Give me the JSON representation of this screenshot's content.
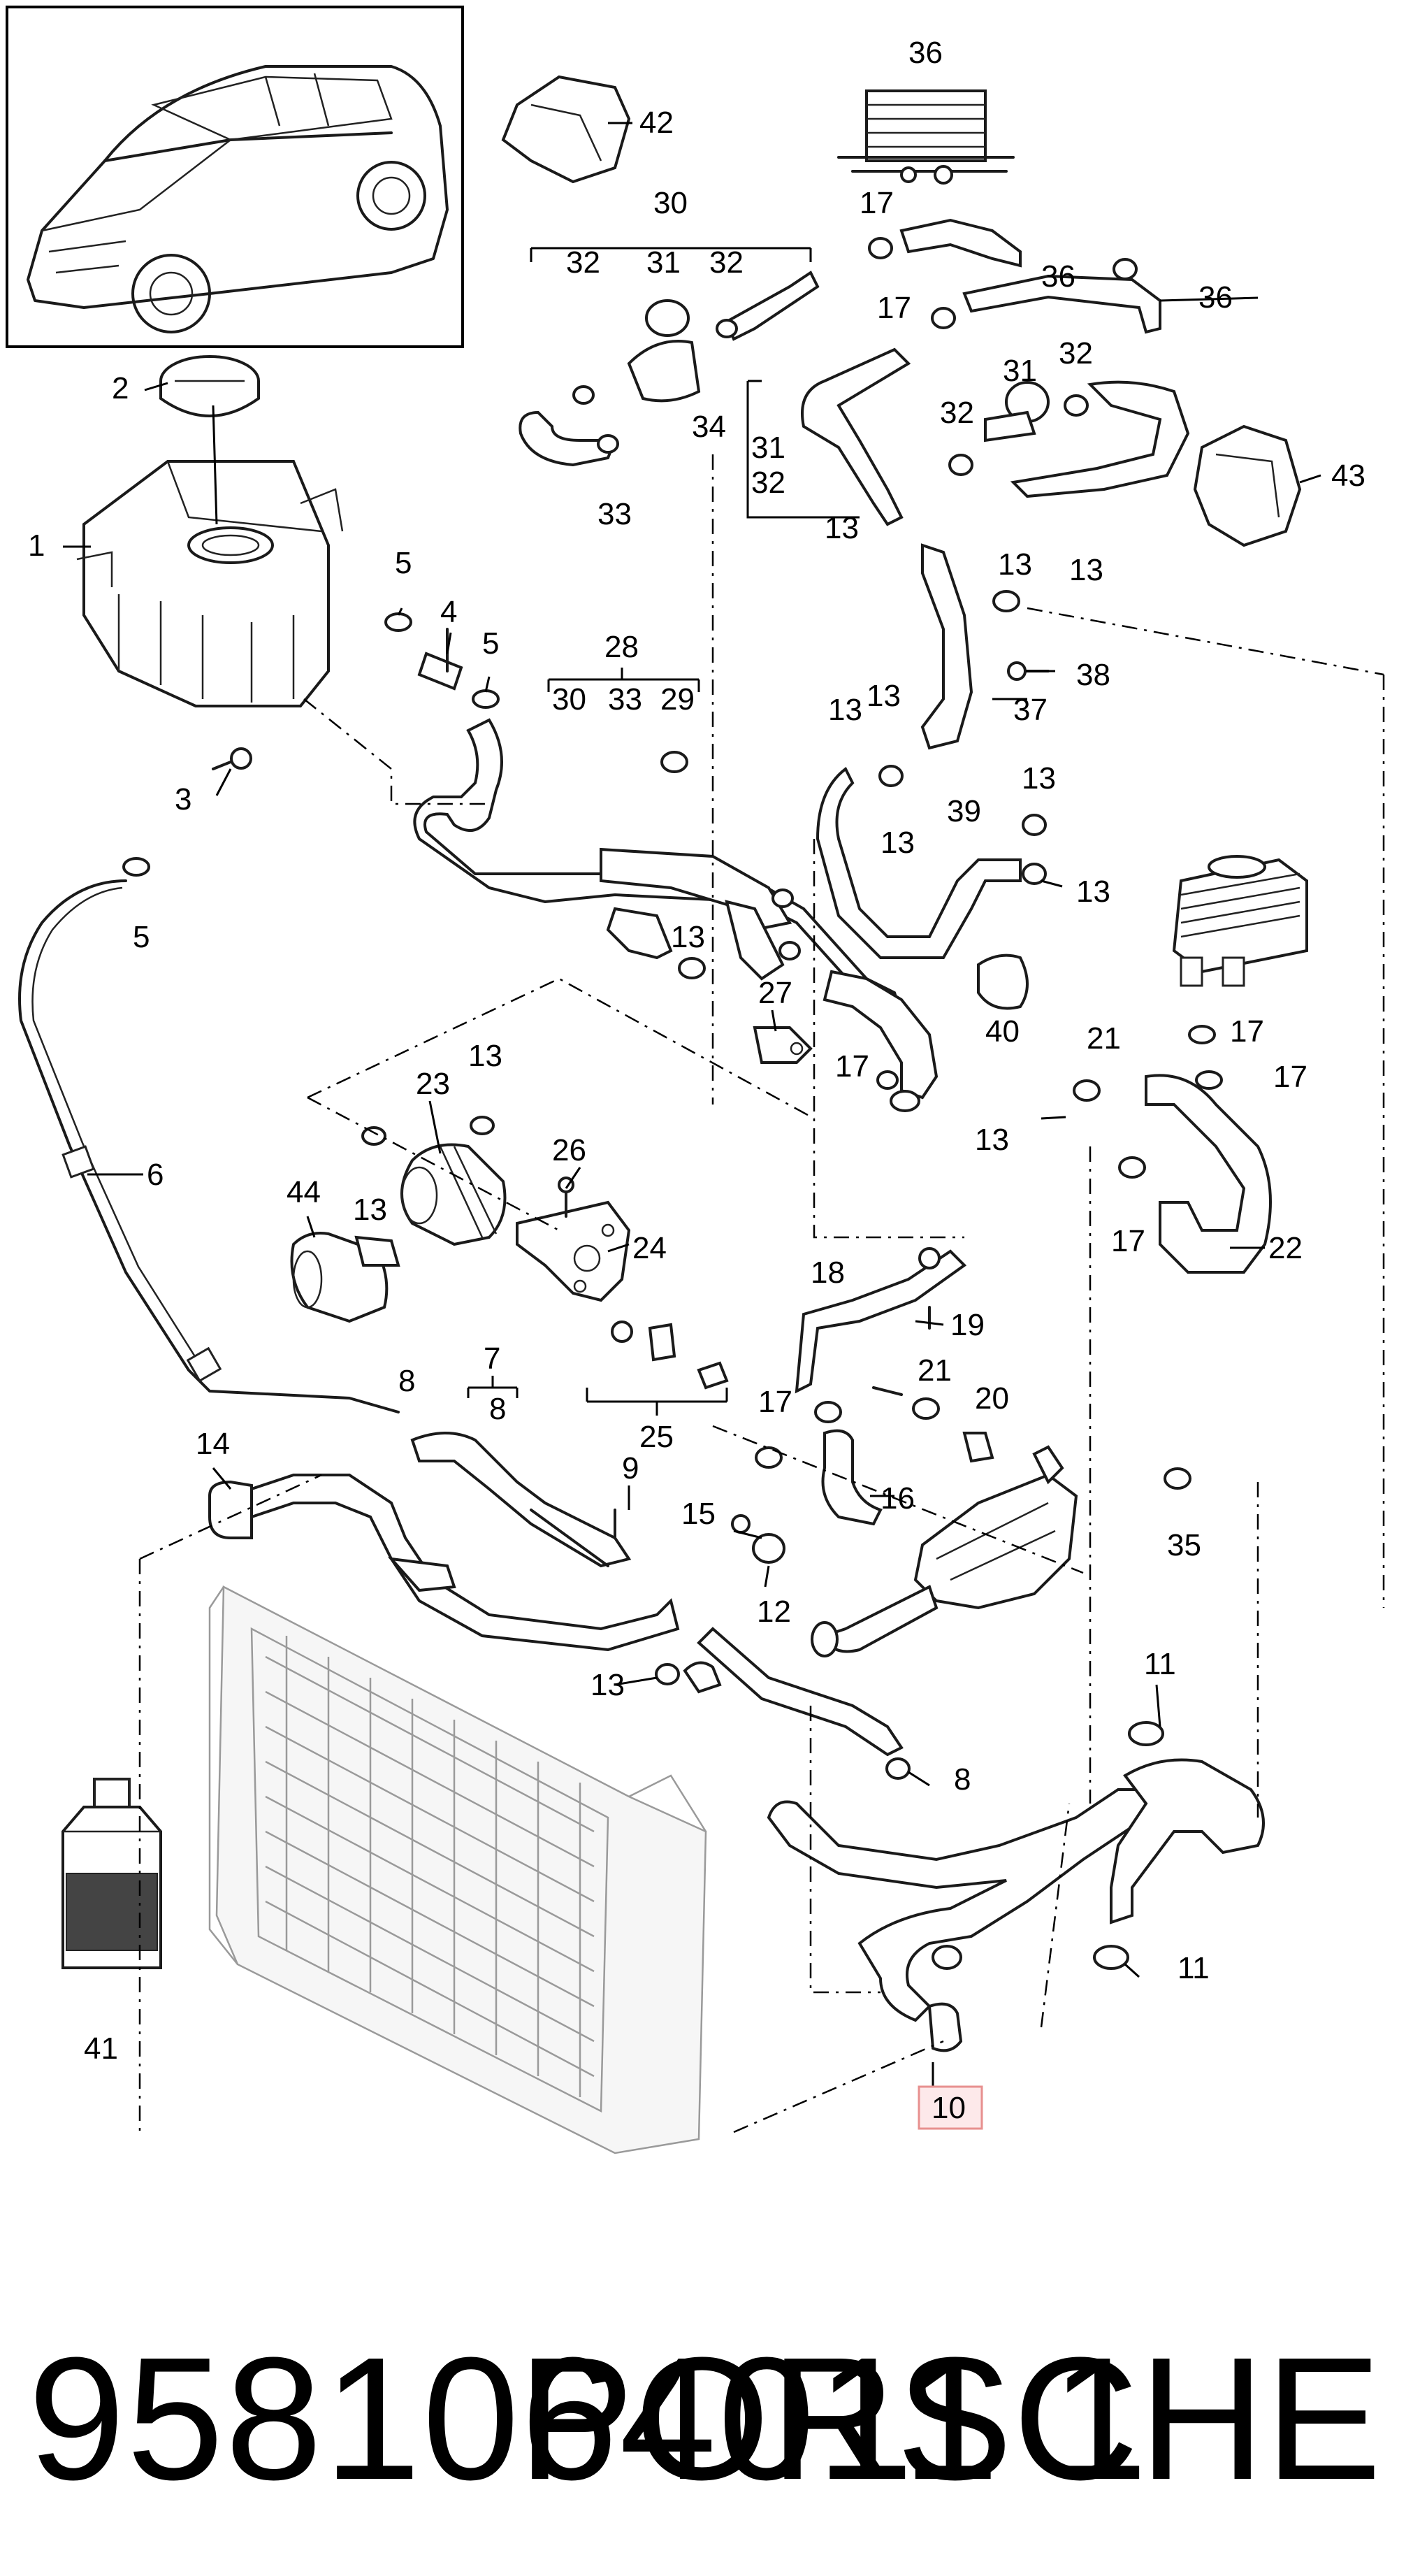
{
  "part_number": "9581064011 1",
  "brand": "PORSCHE",
  "highlighted_callout": "10",
  "callouts": {
    "c1": "1",
    "c2": "2",
    "c3": "3",
    "c4": "4",
    "c5a": "5",
    "c5b": "5",
    "c5c": "5",
    "c6": "6",
    "c7": "7",
    "c8a": "8",
    "c8b": "8",
    "c8c": "8",
    "c9": "9",
    "c10": "10",
    "c11a": "11",
    "c11b": "11",
    "c12": "12",
    "c13a": "13",
    "c13b": "13",
    "c13c": "13",
    "c13d": "13",
    "c13e": "13",
    "c13f": "13",
    "c13g": "13",
    "c13h": "13",
    "c13i": "13",
    "c13j": "13",
    "c13k": "13",
    "c13l": "13",
    "c13m": "13",
    "c14": "14",
    "c15": "15",
    "c16": "16",
    "c17a": "17",
    "c17b": "17",
    "c17c": "17",
    "c17d": "17",
    "c17e": "17",
    "c17f": "17",
    "c17g": "17",
    "c18": "18",
    "c19": "19",
    "c20": "20",
    "c21a": "21",
    "c21b": "21",
    "c22": "22",
    "c23": "23",
    "c24": "24",
    "c25": "25",
    "c26": "26",
    "c27": "27",
    "c28": "28",
    "c29": "29",
    "c30a": "30",
    "c30b": "30",
    "c31a": "31",
    "c31b": "31",
    "c31c": "31",
    "c32a": "32",
    "c32b": "32",
    "c32c": "32",
    "c32d": "32",
    "c32e": "32",
    "c33a": "33",
    "c33b": "33",
    "c34": "34",
    "c35": "35",
    "c36a": "36",
    "c36b": "36",
    "c36c": "36",
    "c37": "37",
    "c38": "38",
    "c39": "39",
    "c40": "40",
    "c41": "41",
    "c42": "42",
    "c43": "43",
    "c44": "44"
  }
}
